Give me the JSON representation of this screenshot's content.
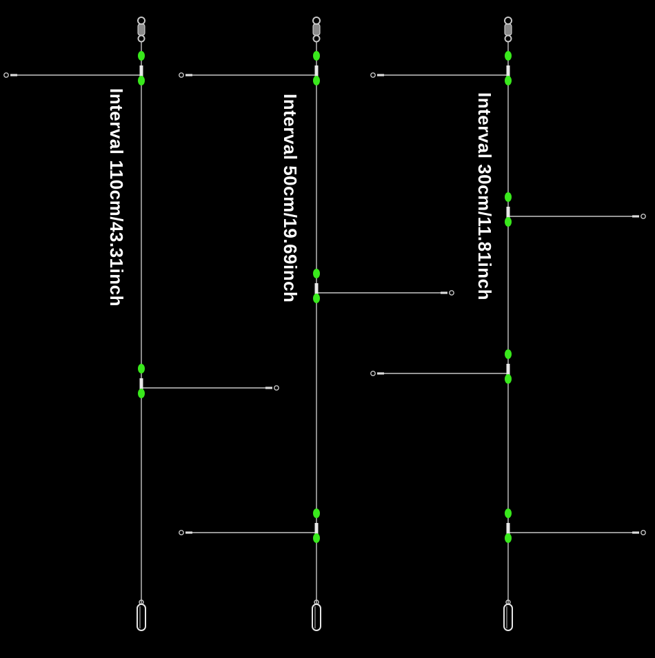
{
  "colors": {
    "background": "#000000",
    "line": "#c8c8c8",
    "bead": "#39e81c",
    "text": "#ffffff"
  },
  "rigs": [
    {
      "label": "Interval 110cm/43.31inch"
    },
    {
      "label": "Interval 50cm/19.69inch"
    },
    {
      "label": "Interval 30cm/11.81inch"
    }
  ],
  "icons": [
    "swivel-icon",
    "snap-icon",
    "bead-icon",
    "hook-loop-icon"
  ]
}
